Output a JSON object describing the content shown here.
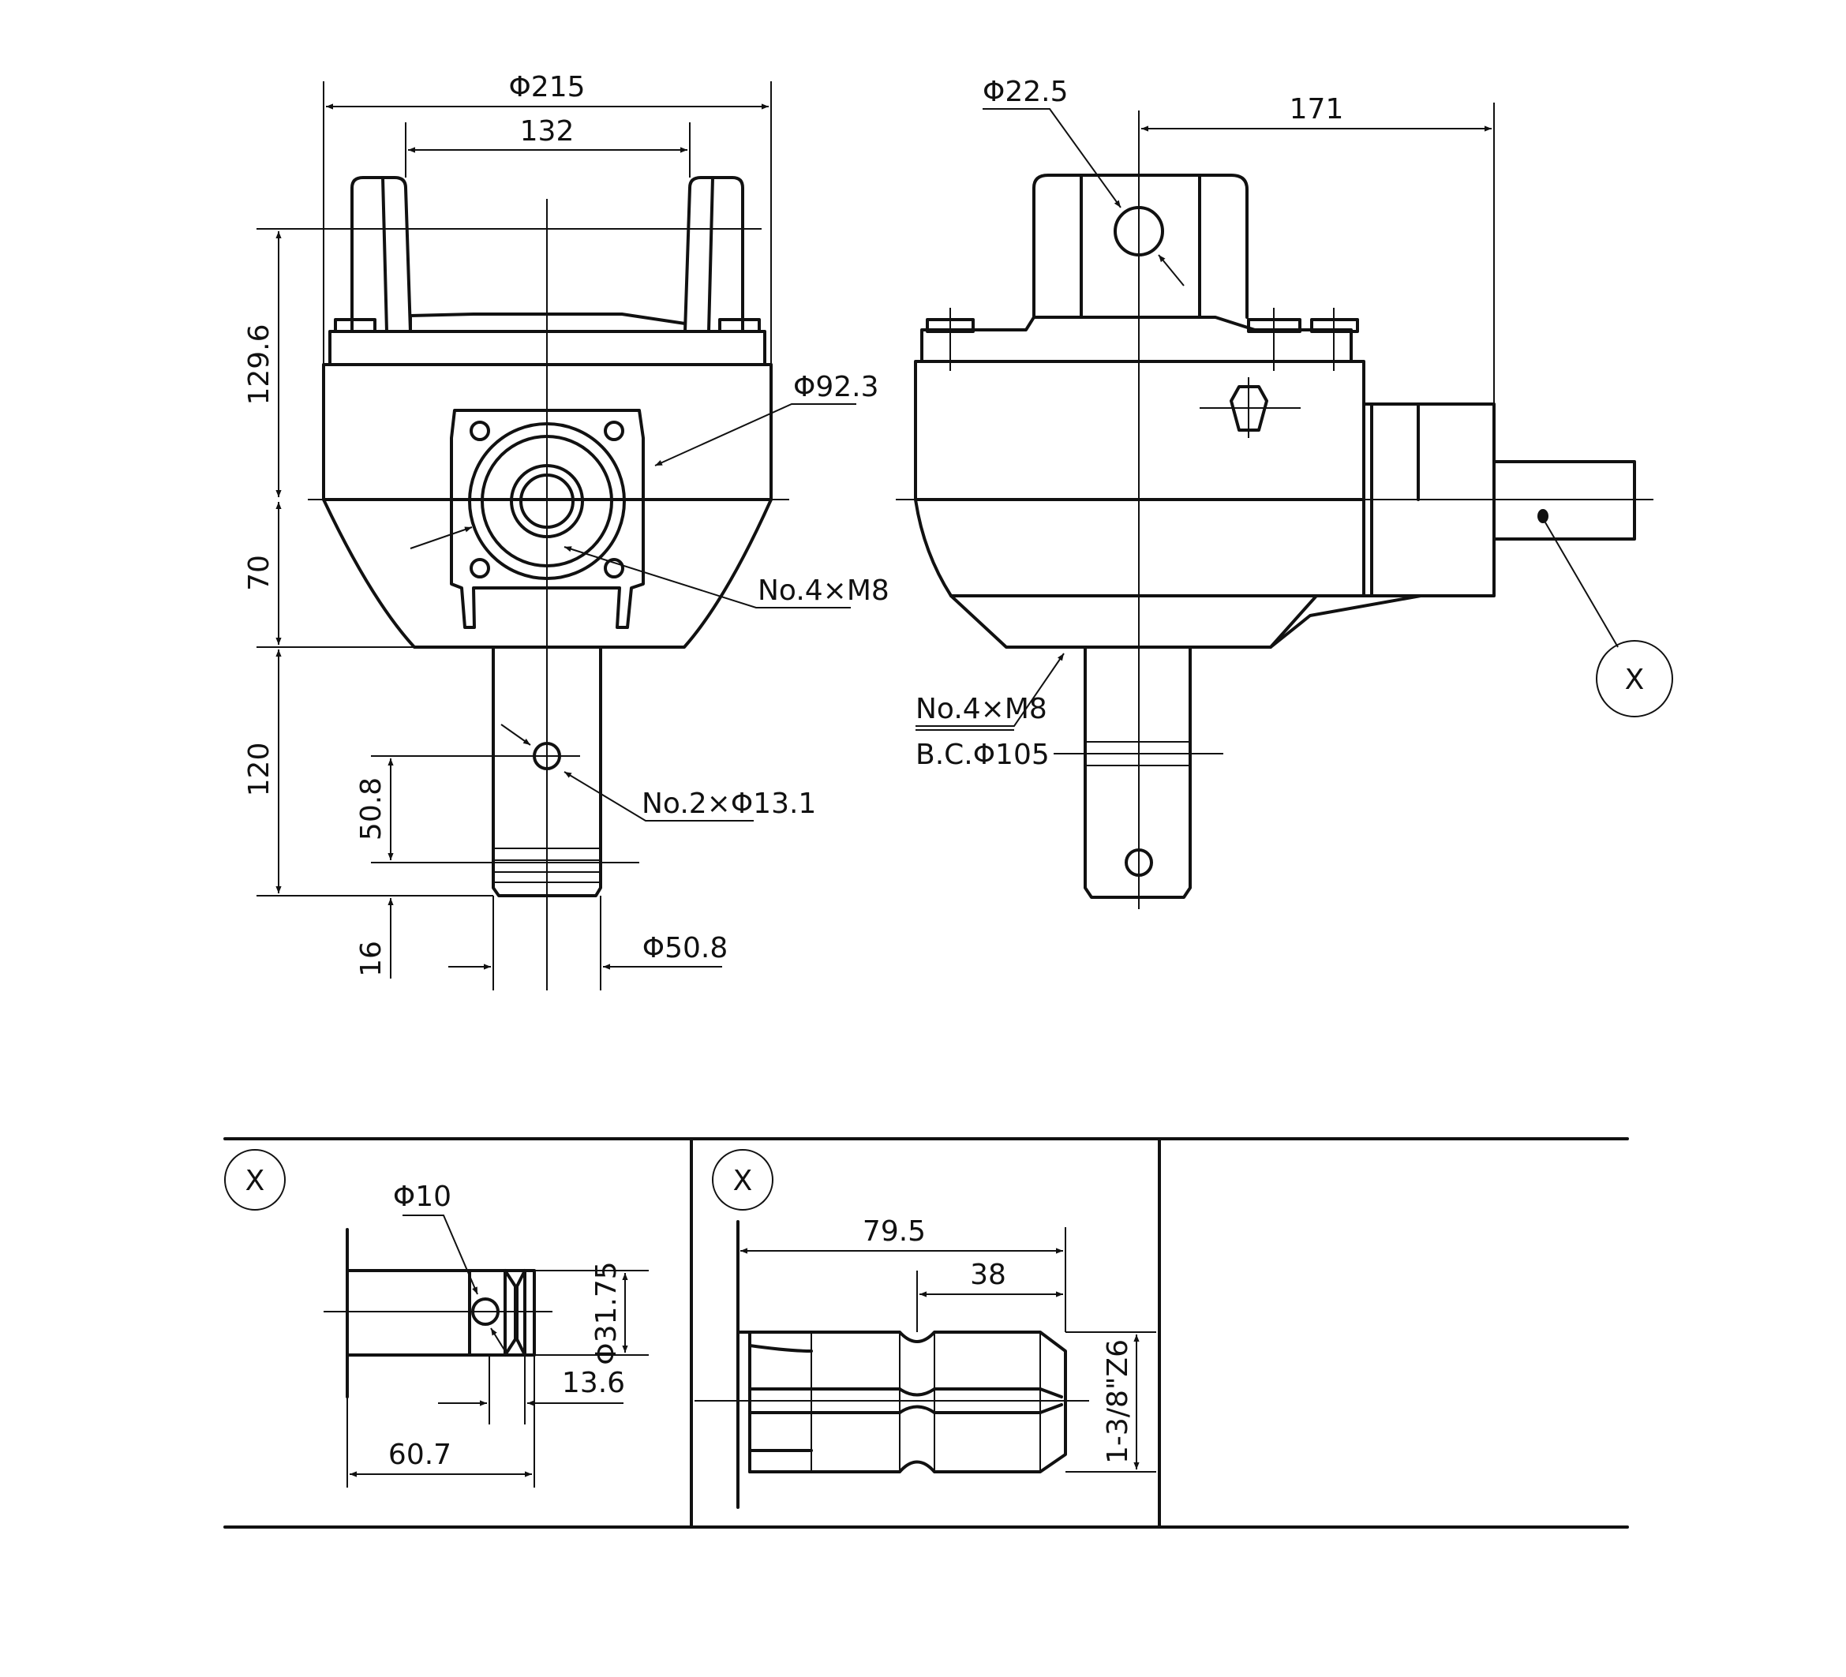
{
  "front_view": {
    "dim_overall_diameter": "Φ215",
    "dim_bracket_spacing": "132",
    "dim_upper_height": "129.6",
    "dim_lower_height": "70",
    "dim_shaft_length": "120",
    "dim_hole_offset": "50.8",
    "dim_shaft_end": "16",
    "dim_shaft_diameter": "Φ50.8",
    "label_flange_diameter": "Φ92.3",
    "label_flange_bolts": "No.4×M8",
    "label_shaft_holes": "No.2×Φ13.1"
  },
  "side_view": {
    "dim_pin_hole": "Φ22.5",
    "dim_shaft_reach": "171",
    "label_bottom_bolts": "No.4×M8",
    "label_bolt_circle": "B.C.Φ105",
    "detail_callout": "X"
  },
  "detail_plain_shaft": {
    "callout": "X",
    "dim_cross_hole": "Φ10",
    "dim_shaft_diameter": "Φ31.75",
    "dim_groove_width": "13.6",
    "dim_length": "60.7"
  },
  "detail_splined_shaft": {
    "callout": "X",
    "dim_total_length": "79.5",
    "dim_spline_length": "38",
    "spline_spec": "1-3/8\"Z6"
  }
}
